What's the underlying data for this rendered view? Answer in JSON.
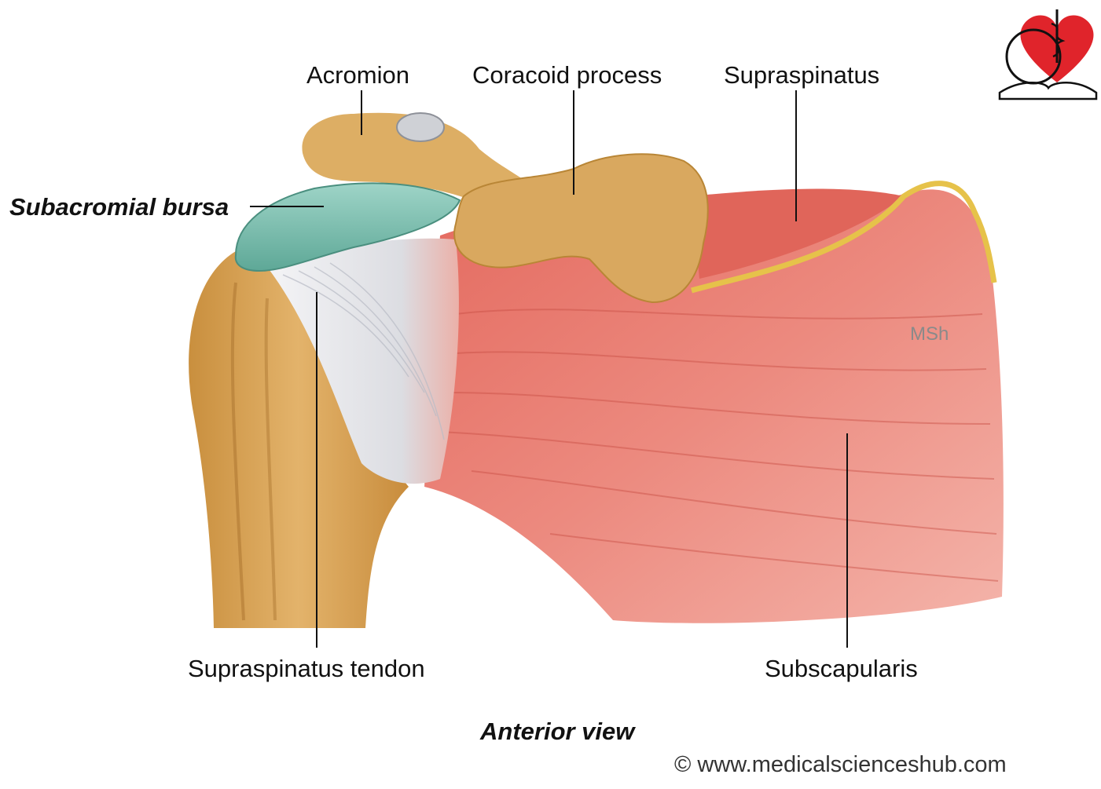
{
  "labels": {
    "acromion": "Acromion",
    "coracoid_process": "Coracoid process",
    "supraspinatus": "Supraspinatus",
    "subacromial_bursa": "Subacromial bursa",
    "supraspinatus_tendon": "Supraspinatus tendon",
    "subscapularis": "Subscapularis"
  },
  "caption": "Anterior view",
  "watermark": "MSh",
  "copyright": "© www.medicalscienceshub.com",
  "colors": {
    "bone": "#d9a75a",
    "muscle": "#e8776c",
    "tendon": "#e6e6e8",
    "bursa": "#7fc2b3",
    "logo_heart": "#e0242b"
  },
  "icons": {
    "logo": "caduceus-heart-book-logo"
  }
}
